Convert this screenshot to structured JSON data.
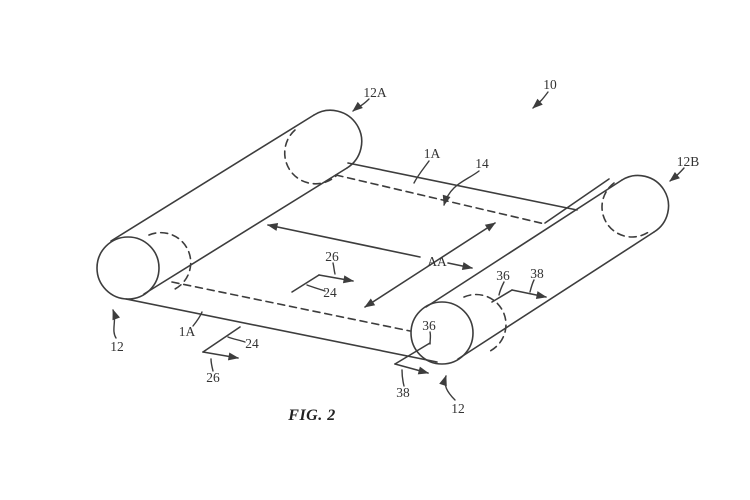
{
  "figure": {
    "caption": "FIG. 2",
    "colors": {
      "ink": "#3d3d3d",
      "background": "#ffffff"
    },
    "labels": {
      "roller_left": "12A",
      "assembly": "10",
      "section_top": "1A",
      "display": "14",
      "roller_right": "12B",
      "axis_aa": "AA",
      "dir_26_mid": "26",
      "dir_24_mid": "24",
      "dir_36_top": "36",
      "dir_38_top": "38",
      "dir_36_bottom": "36",
      "section_bottom": "1A",
      "dir_24_bottom": "24",
      "roller_ref_left": "12",
      "dir_26_bottom": "26",
      "dir_38_bottom": "38",
      "roller_ref_right": "12"
    }
  }
}
